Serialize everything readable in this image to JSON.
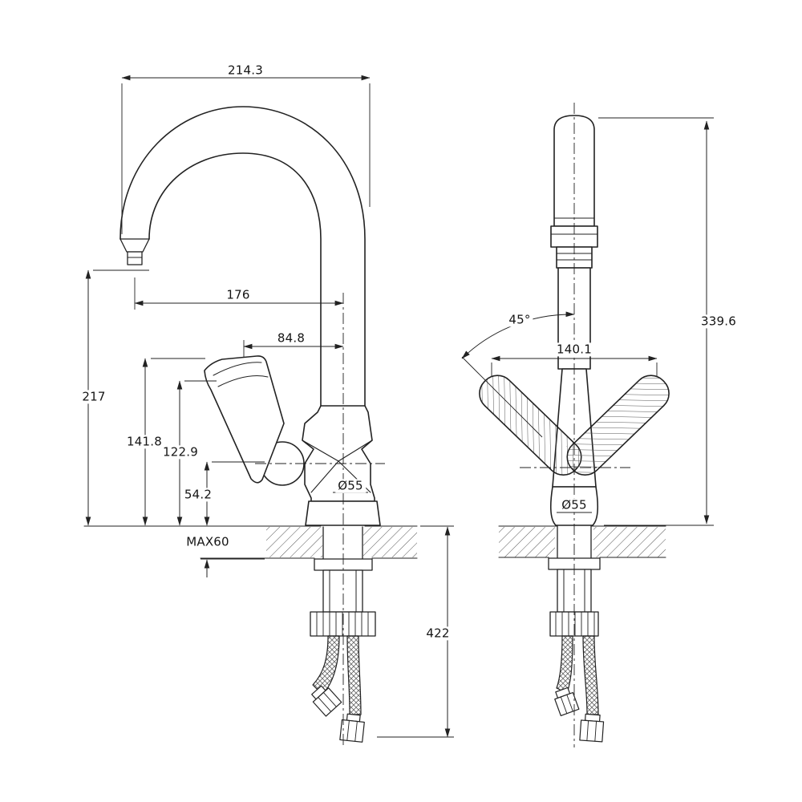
{
  "drawing": {
    "subject": "kitchen faucet technical drawing, side and front orthographic views",
    "background": "#ffffff",
    "line_color": "#222222",
    "views": {
      "side": {
        "name": "side-view"
      },
      "front": {
        "name": "front-view"
      }
    },
    "dimensions": {
      "overall_reach": "214.3",
      "spout_reach": "176",
      "handle_reach": "84.8",
      "spout_height": "217",
      "handle_top_height": "141.8",
      "handle_pivot_height": "122.9",
      "body_height": "54.2",
      "max_counter_thickness": "MAX60",
      "base_diameter_side": "Ø55",
      "below_counter_length": "422",
      "handle_swing_angle": "45°",
      "handle_span": "140.1",
      "overall_height": "339.6",
      "base_diameter_front": "Ø55"
    }
  }
}
